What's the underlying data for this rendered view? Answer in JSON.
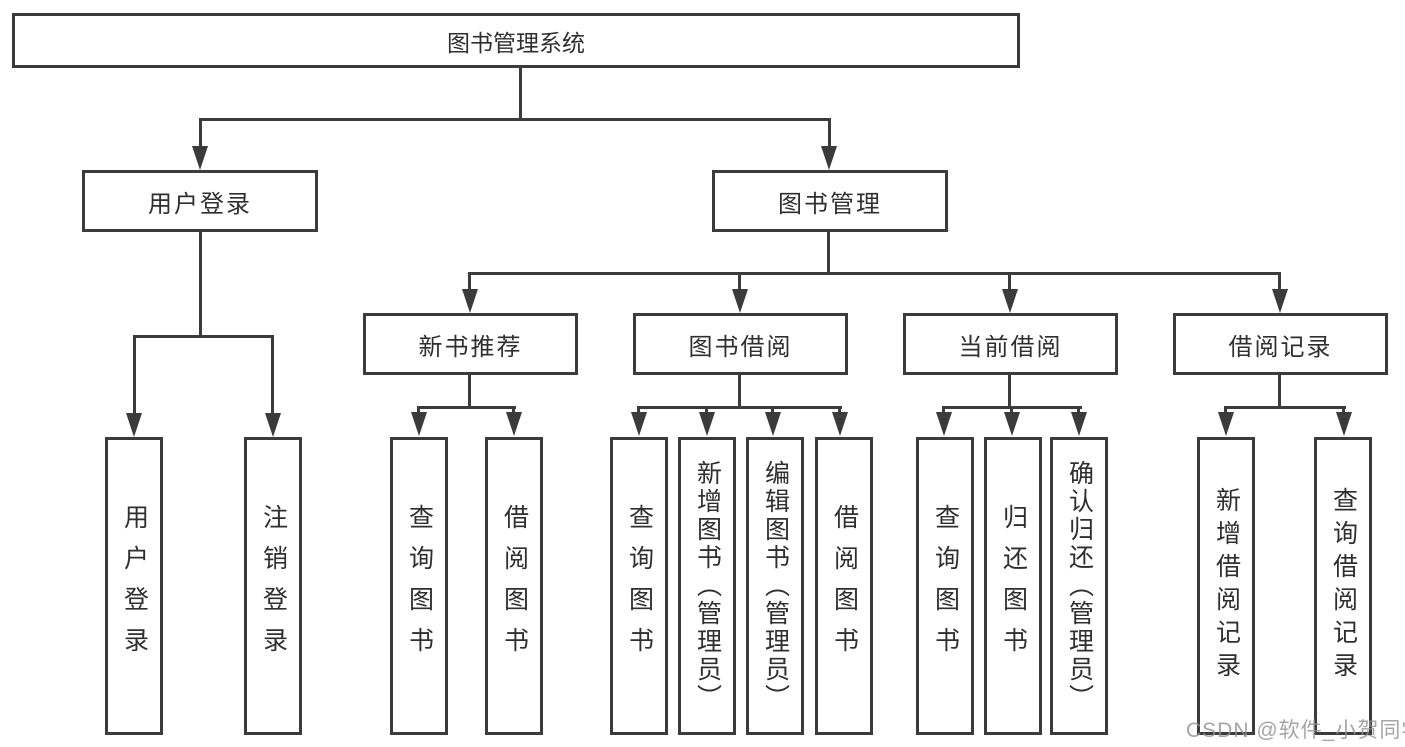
{
  "diagram": {
    "title": "图书管理系统",
    "root": {
      "label": "图书管理系统"
    },
    "level2": [
      {
        "label": "用户登录"
      },
      {
        "label": "图书管理"
      }
    ],
    "level3": [
      {
        "label": "新书推荐"
      },
      {
        "label": "图书借阅"
      },
      {
        "label": "当前借阅"
      },
      {
        "label": "借阅记录"
      }
    ],
    "leaves": {
      "user_login": [
        {
          "label": "用户登录"
        },
        {
          "label": "注销登录"
        }
      ],
      "new_book": [
        {
          "label": "查询图书"
        },
        {
          "label": "借阅图书"
        }
      ],
      "book_borrow": [
        {
          "label": "查询图书"
        },
        {
          "label": "新增图书（管理员）"
        },
        {
          "label": "编辑图书（管理员）"
        },
        {
          "label": "借阅图书"
        }
      ],
      "current_borrow": [
        {
          "label": "查询图书"
        },
        {
          "label": "归还图书"
        },
        {
          "label": "确认归还（管理员）"
        }
      ],
      "borrow_record": [
        {
          "label": "新增借阅记录"
        },
        {
          "label": "查询借阅记录"
        }
      ]
    },
    "watermark": "CSDN @软件_小贺同学",
    "colors": {
      "line": "#3b3b3b",
      "text": "#2f2f2f",
      "watermark": "#919191",
      "background": "#ffffff"
    }
  }
}
